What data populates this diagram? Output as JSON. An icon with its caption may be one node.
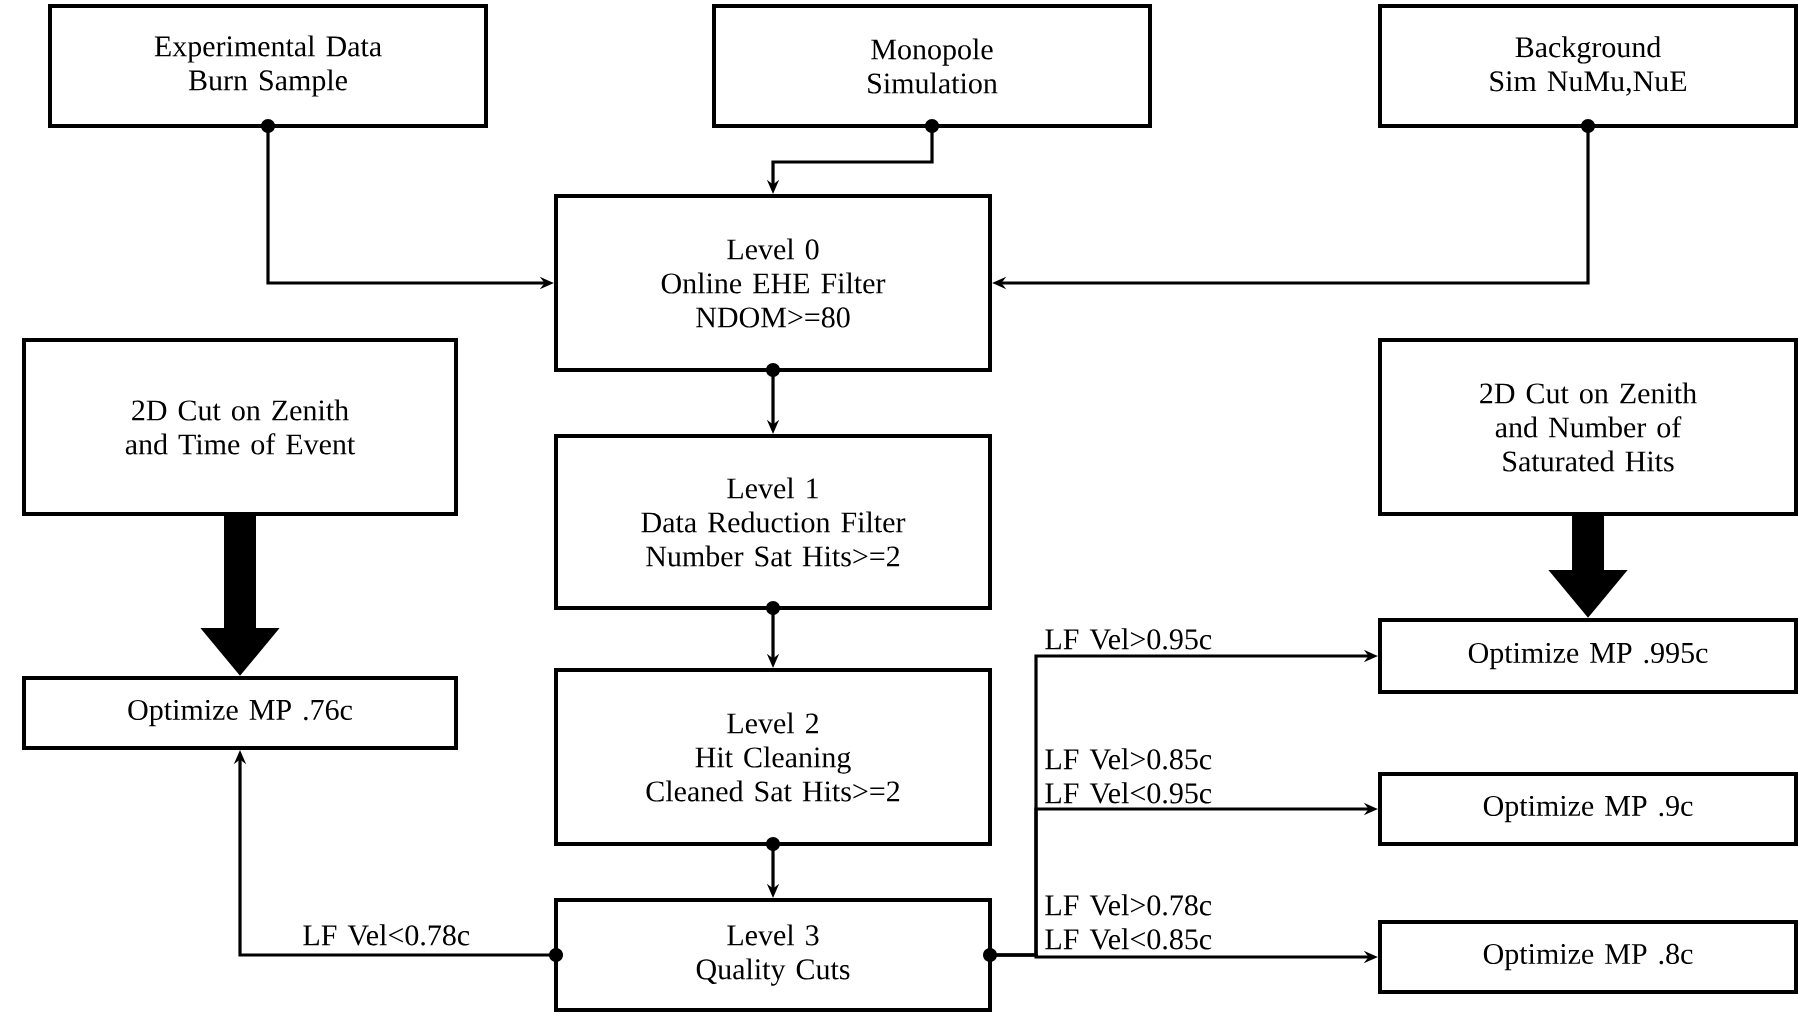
{
  "diagram": {
    "nodes": [
      {
        "text": [
          "Experimental Data Burn Sample"
        ]
      },
      {
        "text": [
          "Monopole Simulation"
        ]
      },
      {
        "text": [
          "Background Sim NuMu,NuE"
        ]
      },
      {
        "text": [
          "Level 0",
          "Online EHE Filter NDOM>=80"
        ]
      },
      {
        "text": [
          "2D Cut on Zenith and Time of Event"
        ]
      },
      {
        "text": [
          "2D Cut on Zenith and Number of Saturated Hits"
        ]
      },
      {
        "text": [
          "Level 1",
          "Data Reduction Filter Number Sat Hits>=2"
        ]
      },
      {
        "text": [
          "Optimize MP .76c"
        ]
      },
      {
        "text": [
          "Level 2",
          "Hit Cleaning Cleaned Sat Hits>=2"
        ]
      },
      {
        "text": [
          "Optimize MP .995c"
        ]
      },
      {
        "text": [
          "Level 3",
          "Quality Cuts"
        ]
      },
      {
        "text": [
          "Optimize MP .9c"
        ]
      },
      {
        "text": [
          "Optimize MP .8c"
        ]
      }
    ],
    "edges": [
      {
        "from": 0,
        "to": 3,
        "arrow": "to"
      },
      {
        "from": 1,
        "to": 3,
        "arrow": "to"
      },
      {
        "from": 2,
        "to": 3,
        "arrow": "to"
      },
      {
        "from": 3,
        "to": 6,
        "arrow": "to"
      },
      {
        "from": 6,
        "to": 8,
        "arrow": "to"
      },
      {
        "from": 8,
        "to": 10,
        "arrow": "to"
      },
      {
        "from": 4,
        "to": 7,
        "arrow": "to",
        "style": "thick"
      },
      {
        "from": 5,
        "to": 9,
        "arrow": "to",
        "style": "thick"
      },
      {
        "from": 10,
        "to": 7,
        "arrow": "to",
        "label": "LF Vel<0.78c"
      },
      {
        "from": 10,
        "to": 9,
        "arrow": "to",
        "label": "LF Vel>0.95c"
      },
      {
        "from": 10,
        "to": 11,
        "arrow": "to",
        "label": "LF Vel>0.85c LF Vel<0.95c"
      },
      {
        "from": 10,
        "to": 12,
        "arrow": "to",
        "label": "LF Vel>0.78c LF Vel<0.85c"
      }
    ]
  }
}
